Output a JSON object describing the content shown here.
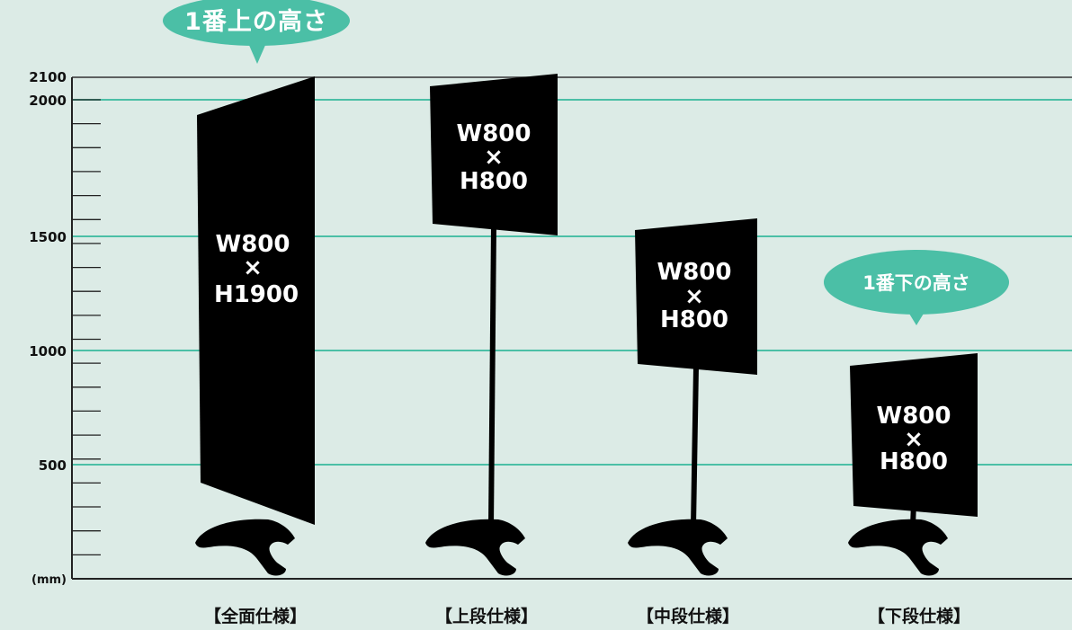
{
  "callouts": {
    "top": {
      "text": "1番上の高さ"
    },
    "bottom": {
      "text": "1番下の高さ"
    }
  },
  "axis": {
    "unit": "(mm)",
    "labels": {
      "l2100": "2100",
      "l2000": "2000",
      "l1500": "1500",
      "l1000": "1000",
      "l500": "500"
    }
  },
  "stands": [
    {
      "caption": "【全面仕様】",
      "width_text": "W800",
      "times": "×",
      "height_text": "H1900"
    },
    {
      "caption": "【上段仕様】",
      "width_text": "W800",
      "times": "×",
      "height_text": "H800"
    },
    {
      "caption": "【中段仕様】",
      "width_text": "W800",
      "times": "×",
      "height_text": "H800"
    },
    {
      "caption": "【下段仕様】",
      "width_text": "W800",
      "times": "×",
      "height_text": "H800"
    }
  ],
  "colors": {
    "background": "#dcebe6",
    "accent": "#4bbfa6",
    "panel": "#000000",
    "grid": "#4bbfa6"
  }
}
